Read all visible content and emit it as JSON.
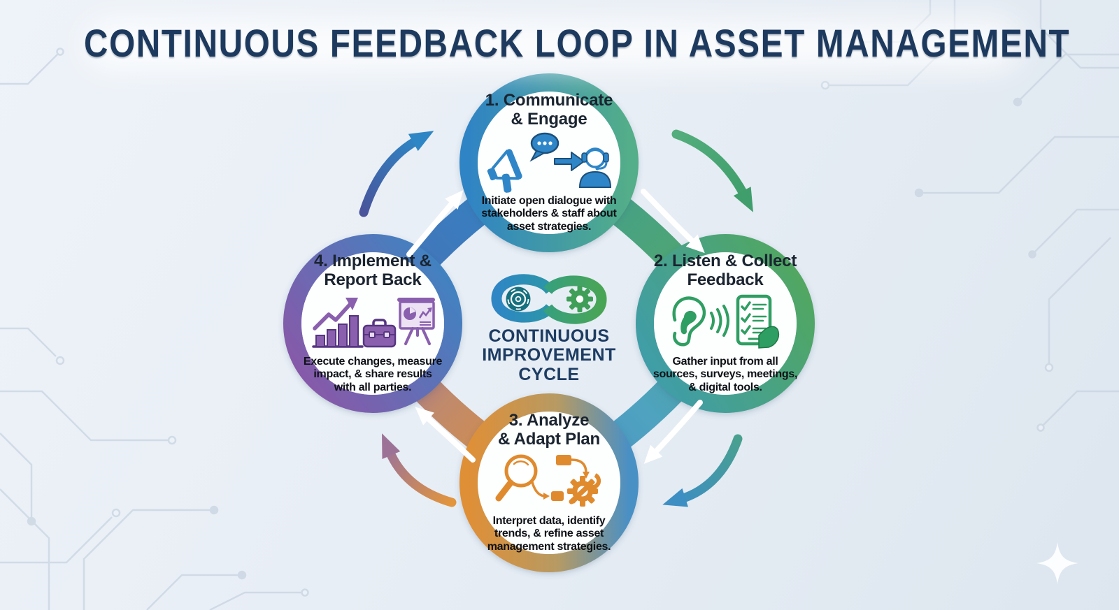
{
  "title": "CONTINUOUS FEEDBACK LOOP IN ASSET MANAGEMENT",
  "center": {
    "logo": "infinity-gears-icon",
    "line1": "CONTINUOUS",
    "line2": "IMPROVEMENT",
    "line3": "CYCLE"
  },
  "nodes": [
    {
      "step": "1",
      "heading_line1": "1. Communicate",
      "heading_line2": "& Engage",
      "description": "Initiate open dialogue with stakeholders & staff about asset strategies.",
      "accent_color": "#2e86c8",
      "icons": [
        "megaphone-icon",
        "speech-bubble-icon",
        "arrow-right-icon",
        "support-agent-icon"
      ]
    },
    {
      "step": "2",
      "heading_line1": "2. Listen & Collect",
      "heading_line2": "Feedback",
      "description": "Gather input from all sources, surveys, meetings, & digital tools.",
      "accent_color": "#2f9e62",
      "icons": [
        "ear-icon",
        "sound-waves-icon",
        "survey-tablet-icon",
        "hand-icon"
      ]
    },
    {
      "step": "3",
      "heading_line1": "3. Analyze",
      "heading_line2": "& Adapt Plan",
      "description": "Interpret data, identify trends, & refine asset management strategies.",
      "accent_color": "#e08a2e",
      "icons": [
        "magnifier-icon",
        "flowchart-icon",
        "gear-wrench-icon"
      ]
    },
    {
      "step": "4",
      "heading_line1": "4. Implement &",
      "heading_line2": "Report Back",
      "description": "Execute changes, measure impact, & share results with all parties.",
      "accent_color": "#7c55a4",
      "icons": [
        "bar-chart-icon",
        "briefcase-icon",
        "presentation-board-icon"
      ]
    }
  ],
  "flow": {
    "direction": "clockwise",
    "sequence": [
      "1 to 2",
      "2 to 3",
      "3 to 4",
      "4 to 1"
    ]
  },
  "colors": {
    "title_navy": "#1d3a5e",
    "blue": "#2e86c8",
    "green": "#2f9e62",
    "teal": "#3f9daa",
    "orange": "#e08a2e",
    "purple": "#7c55a4",
    "background": "#e9eff6",
    "circuit_trace": "#c8d4e1",
    "sparkle": "#fdfefe"
  }
}
